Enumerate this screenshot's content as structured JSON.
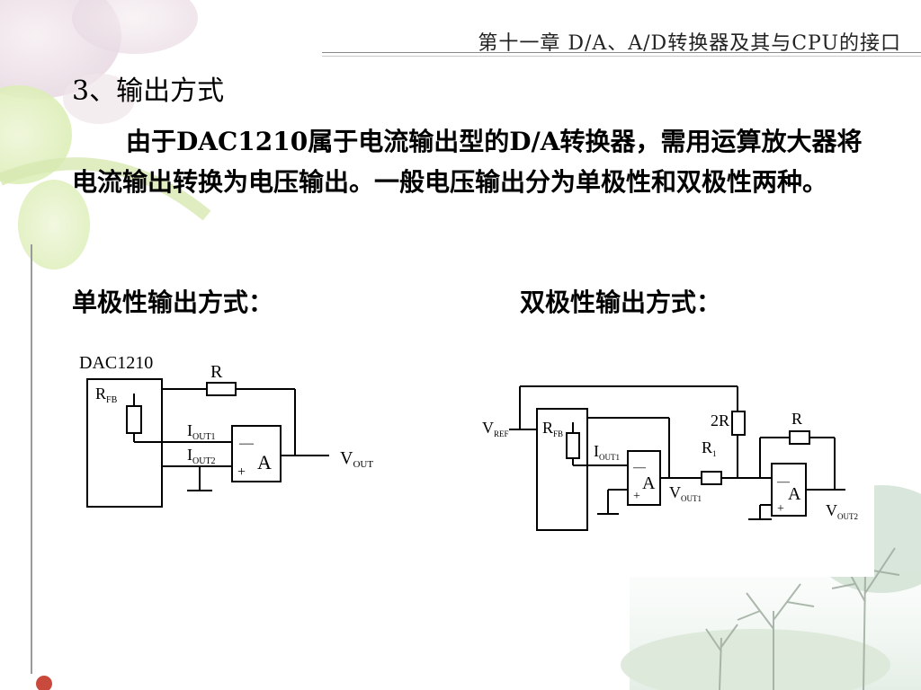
{
  "header": {
    "chapter_title": "第十一章 D/A、A/D转换器及其与CPU的接口"
  },
  "section": {
    "title": "3、输出方式",
    "paragraph": "由于DAC1210属于电流输出型的D/A转换器，需用运算放大器将电流输出转换为电压输出。一般电压输出分为单极性和双极性两种。"
  },
  "unipolar": {
    "label": "单极性输出方式：",
    "chip": "DAC1210",
    "r_label": "R",
    "rfb": {
      "main": "R",
      "sub": "FB"
    },
    "iout1": {
      "main": "I",
      "sub": "OUT1"
    },
    "iout2": {
      "main": "I",
      "sub": "OUT2"
    },
    "amp": {
      "name": "A",
      "minus": "—",
      "plus": "+"
    },
    "vout": {
      "main": "V",
      "sub": "OUT"
    }
  },
  "bipolar": {
    "label": "双极性输出方式：",
    "vref": {
      "main": "V",
      "sub": "REF"
    },
    "rfb": {
      "main": "R",
      "sub": "FB"
    },
    "iout1": {
      "main": "I",
      "sub": "OUT1"
    },
    "amp1": {
      "name": "A",
      "minus": "—",
      "plus": "+"
    },
    "vout1": {
      "main": "V",
      "sub": "OUT1"
    },
    "r2_label": "2R",
    "r1": {
      "main": "R",
      "sub": "1"
    },
    "r_label": "R",
    "amp2": {
      "name": "A",
      "minus": "—",
      "plus": "+"
    },
    "vout2": {
      "main": "V",
      "sub": "OUT2"
    }
  },
  "theme": {
    "accent_dot": "#c94a3c",
    "rule": "#8a8a8a"
  }
}
